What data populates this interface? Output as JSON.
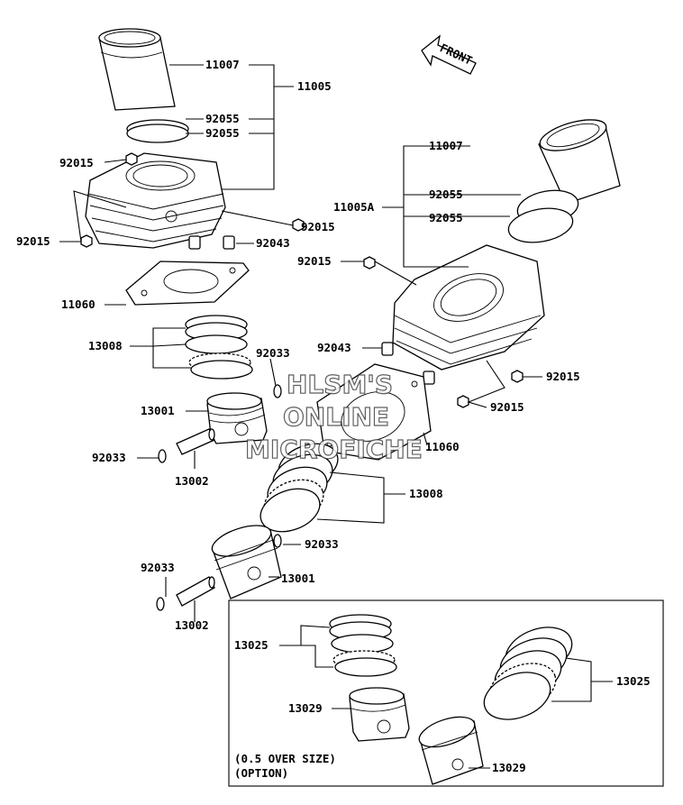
{
  "diagram": {
    "front_label": "FRONT",
    "watermark": [
      "HLSM'S",
      "ONLINE",
      "MICROFICHE"
    ],
    "option_note": [
      "(0.5 OVER SIZE)",
      "(OPTION)"
    ],
    "labels": {
      "l1": "11007",
      "l2": "11005",
      "l3": "92055",
      "l4": "92055",
      "l5": "92015",
      "l6": "92015",
      "l7": "92015",
      "l8": "92043",
      "l9": "11060",
      "l10": "13008",
      "l11": "92033",
      "l12": "13001",
      "l13": "92033",
      "l14": "13002",
      "l15": "11007",
      "l16": "11005A",
      "l17": "92055",
      "l18": "92055",
      "l19": "92015",
      "l20": "92043",
      "l21": "92015",
      "l22": "92015",
      "l23": "11060",
      "l24": "13008",
      "l25": "92033",
      "l26": "92033",
      "l27": "13001",
      "l28": "13002",
      "l29": "13025",
      "l30": "13029",
      "l31": "13025",
      "l32": "13029"
    }
  }
}
